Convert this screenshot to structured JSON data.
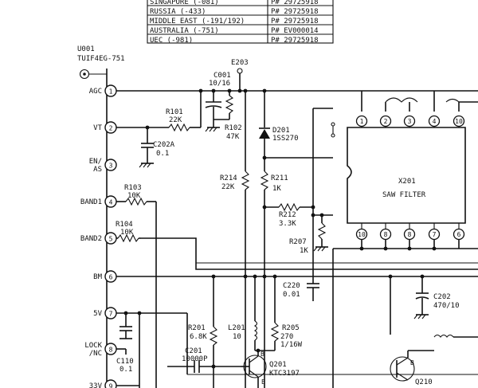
{
  "region_table": [
    {
      "region": "SINGAPORE (-081)",
      "part": "P# 29725918"
    },
    {
      "region": "RUSSIA (-433)",
      "part": "P# 29725918"
    },
    {
      "region": "MIDDLE EAST (-191/192)",
      "part": "P# 29725918"
    },
    {
      "region": "AUSTRALIA (-751)",
      "part": "P# EV000014"
    },
    {
      "region": "UEC (-981)",
      "part": "P# 29725918"
    }
  ],
  "tuner": {
    "ref": "U001",
    "model": "TUIF4EG-751"
  },
  "tuner_pins": [
    {
      "num": "1",
      "name": "AGC"
    },
    {
      "num": "2",
      "name": "VT"
    },
    {
      "num": "3",
      "name": "EN/\nAS"
    },
    {
      "num": "4",
      "name": "BAND1"
    },
    {
      "num": "5",
      "name": "BAND2"
    },
    {
      "num": "6",
      "name": "BM"
    },
    {
      "num": "7",
      "name": "5V"
    },
    {
      "num": "8",
      "name": "LOCK\n/NC"
    },
    {
      "num": "9",
      "name": "33V"
    }
  ],
  "saw_filter": {
    "ref": "X201",
    "label": "SAW FILTER",
    "top_pins": [
      "1",
      "2",
      "3",
      "4",
      "10"
    ],
    "bottom_pins": [
      "10",
      "8",
      "8",
      "7",
      "6"
    ]
  },
  "components": {
    "test_point": "E203",
    "c001": {
      "ref": "C001",
      "value": "10/16"
    },
    "r101": {
      "ref": "R101",
      "value": "22K"
    },
    "r102": {
      "ref": "R102",
      "value": "47K"
    },
    "d201": {
      "ref": "D201",
      "value": "1SS270"
    },
    "c202a": {
      "ref": "C202A",
      "value": "0.1"
    },
    "r103": {
      "ref": "R103",
      "value": "10K"
    },
    "r104": {
      "ref": "R104",
      "value": "10K"
    },
    "r214": {
      "ref": "R214",
      "value": "22K"
    },
    "r211": {
      "ref": "R211",
      "value": "1K"
    },
    "r212": {
      "ref": "R212",
      "value": "3.3K"
    },
    "r207": {
      "ref": "R207",
      "value": "1K"
    },
    "c220": {
      "ref": "C220",
      "value": "0.01"
    },
    "c202": {
      "ref": "C202",
      "value": "470/10"
    },
    "r201": {
      "ref": "R201",
      "value": "6.8K"
    },
    "l201": {
      "ref": "L201",
      "value": "10"
    },
    "r205": {
      "ref": "R205",
      "value": "270\n1/16W"
    },
    "c201": {
      "ref": "C201",
      "value": "10000P"
    },
    "c110": {
      "ref": "C110",
      "value": "0.1"
    },
    "q201": {
      "ref": "Q201",
      "value": "KTC3197"
    },
    "q210": {
      "ref": "Q210"
    },
    "pin_b": "B",
    "pin_e": "E"
  }
}
